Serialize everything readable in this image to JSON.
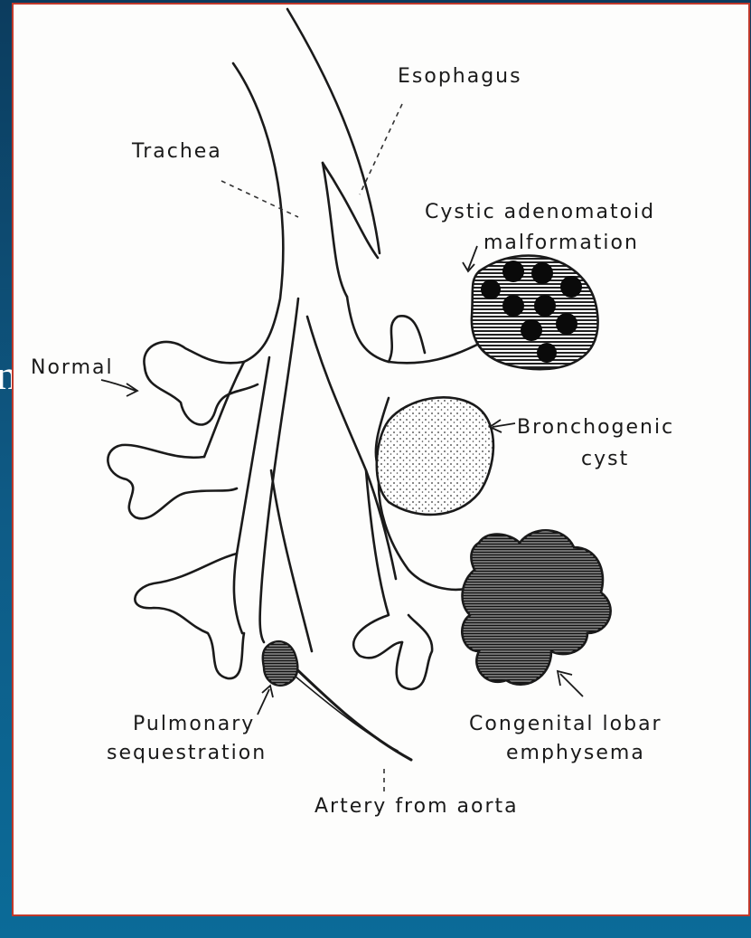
{
  "edge_text": "n",
  "labels": {
    "esophagus": "Esophagus",
    "trachea": "Trachea",
    "cystic_line1": "Cystic adenomatoid",
    "cystic_line2": "malformation",
    "normal": "Normal",
    "bronchogenic_line1": "Bronchogenic",
    "bronchogenic_line2": "cyst",
    "pulmonary_line1": "Pulmonary",
    "pulmonary_line2": "sequestration",
    "lobar_line1": "Congenital lobar",
    "lobar_line2": "emphysema",
    "artery": "Artery from aorta"
  },
  "colors": {
    "border": "#c0392b",
    "ink": "#1a1a1a",
    "background_top": "#0c3c5e",
    "background_bottom": "#0b6b98"
  }
}
